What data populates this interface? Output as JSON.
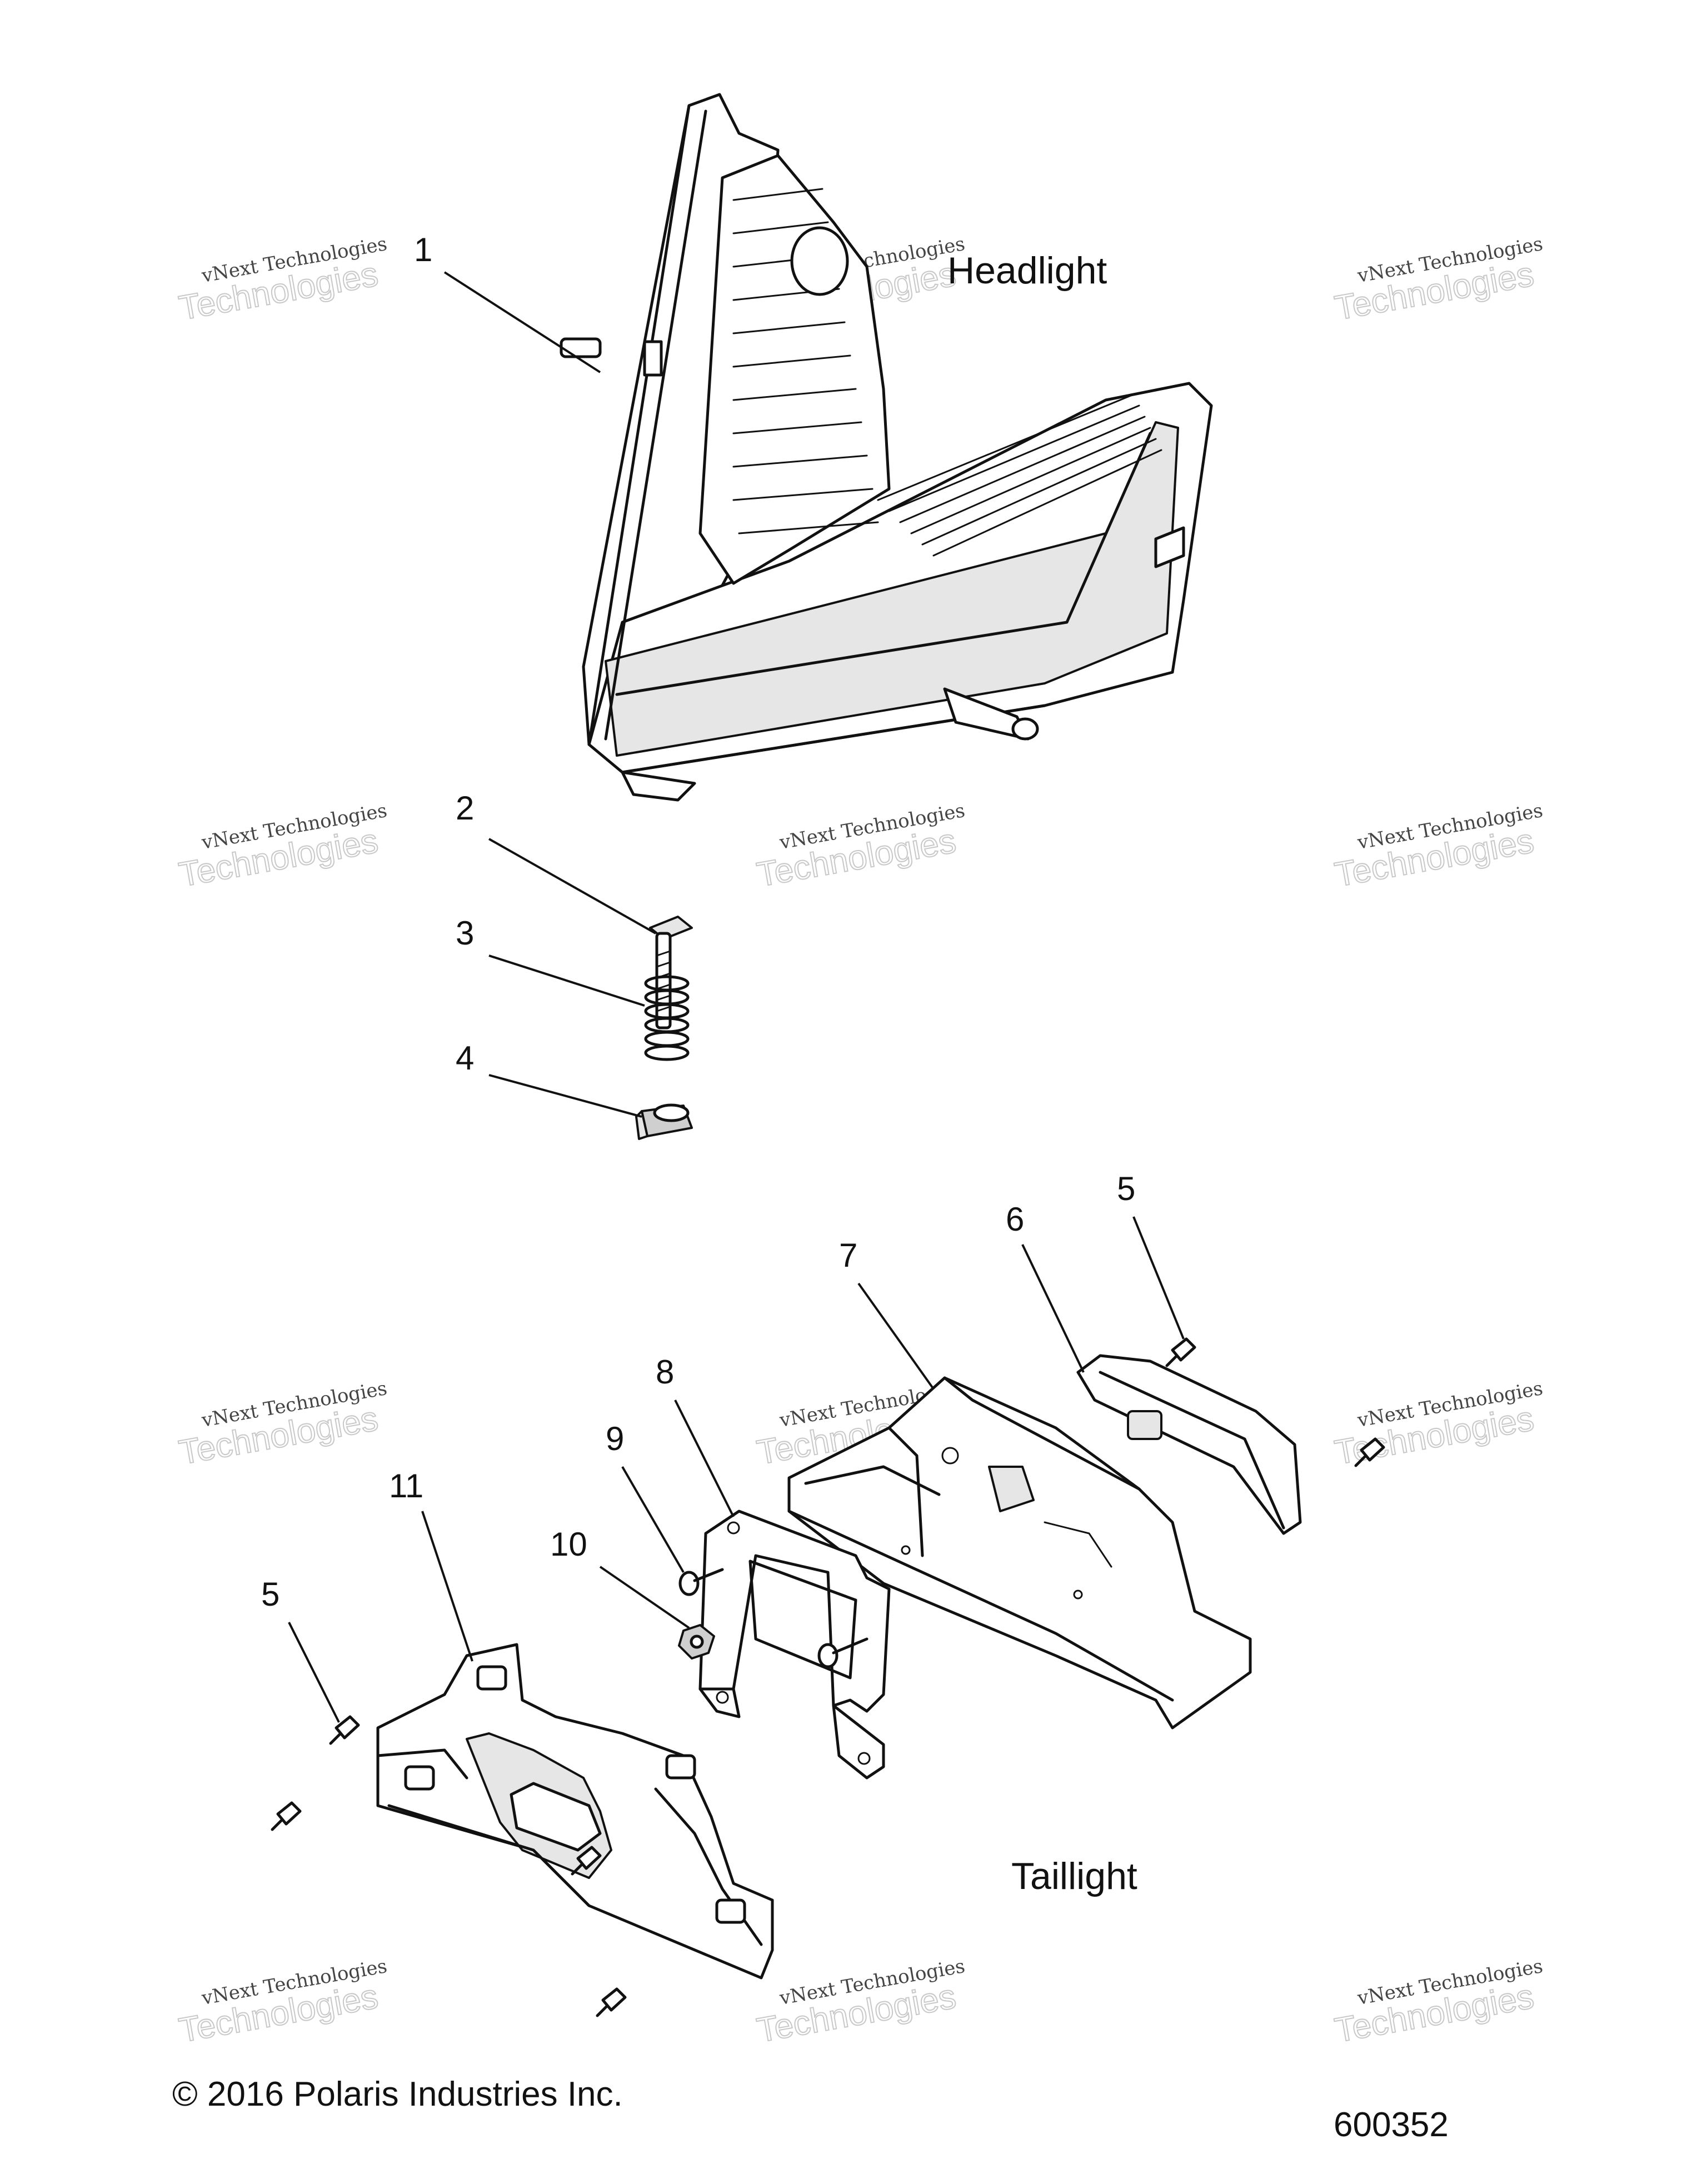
{
  "sections": {
    "headlight": "Headlight",
    "taillight": "Taillight"
  },
  "callouts": [
    "1",
    "2",
    "3",
    "4",
    "5",
    "6",
    "7",
    "8",
    "9",
    "10",
    "11",
    "5"
  ],
  "watermark": {
    "small": "vNext Technologies",
    "large": "Technologies"
  },
  "footer": {
    "copyright": "© 2016 Polaris Industries Inc.",
    "diagram_number": "600352"
  }
}
